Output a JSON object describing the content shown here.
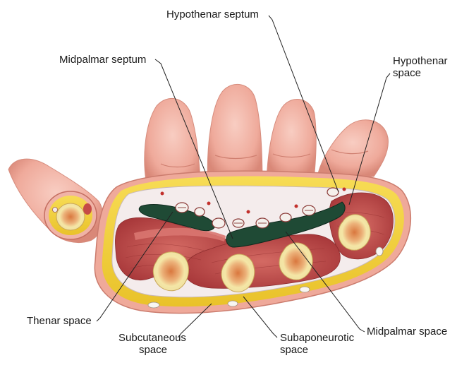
{
  "labels": {
    "hypothenar_septum": "Hypothenar septum",
    "midpalmar_septum": "Midpalmar septum",
    "hypothenar_space": [
      "Hypothenar",
      "space"
    ],
    "thenar_space": "Thenar space",
    "midpalmar_space": "Midpalmar space",
    "subcutaneous_space": [
      "Subcutaneous",
      "space"
    ],
    "subaponeurotic_space": [
      "Subaponeurotic",
      "space"
    ]
  },
  "colors": {
    "skin": "#f2b5a8",
    "skin_shadow": "#d98878",
    "fat": "#f3d23c",
    "muscle": "#c24a46",
    "fascia": "#f4ecec",
    "space_fill": "#1f4a35",
    "bone_outer": "#f1e7a6",
    "bone_inner": "#e7a56c",
    "leader_line": "#222222"
  }
}
